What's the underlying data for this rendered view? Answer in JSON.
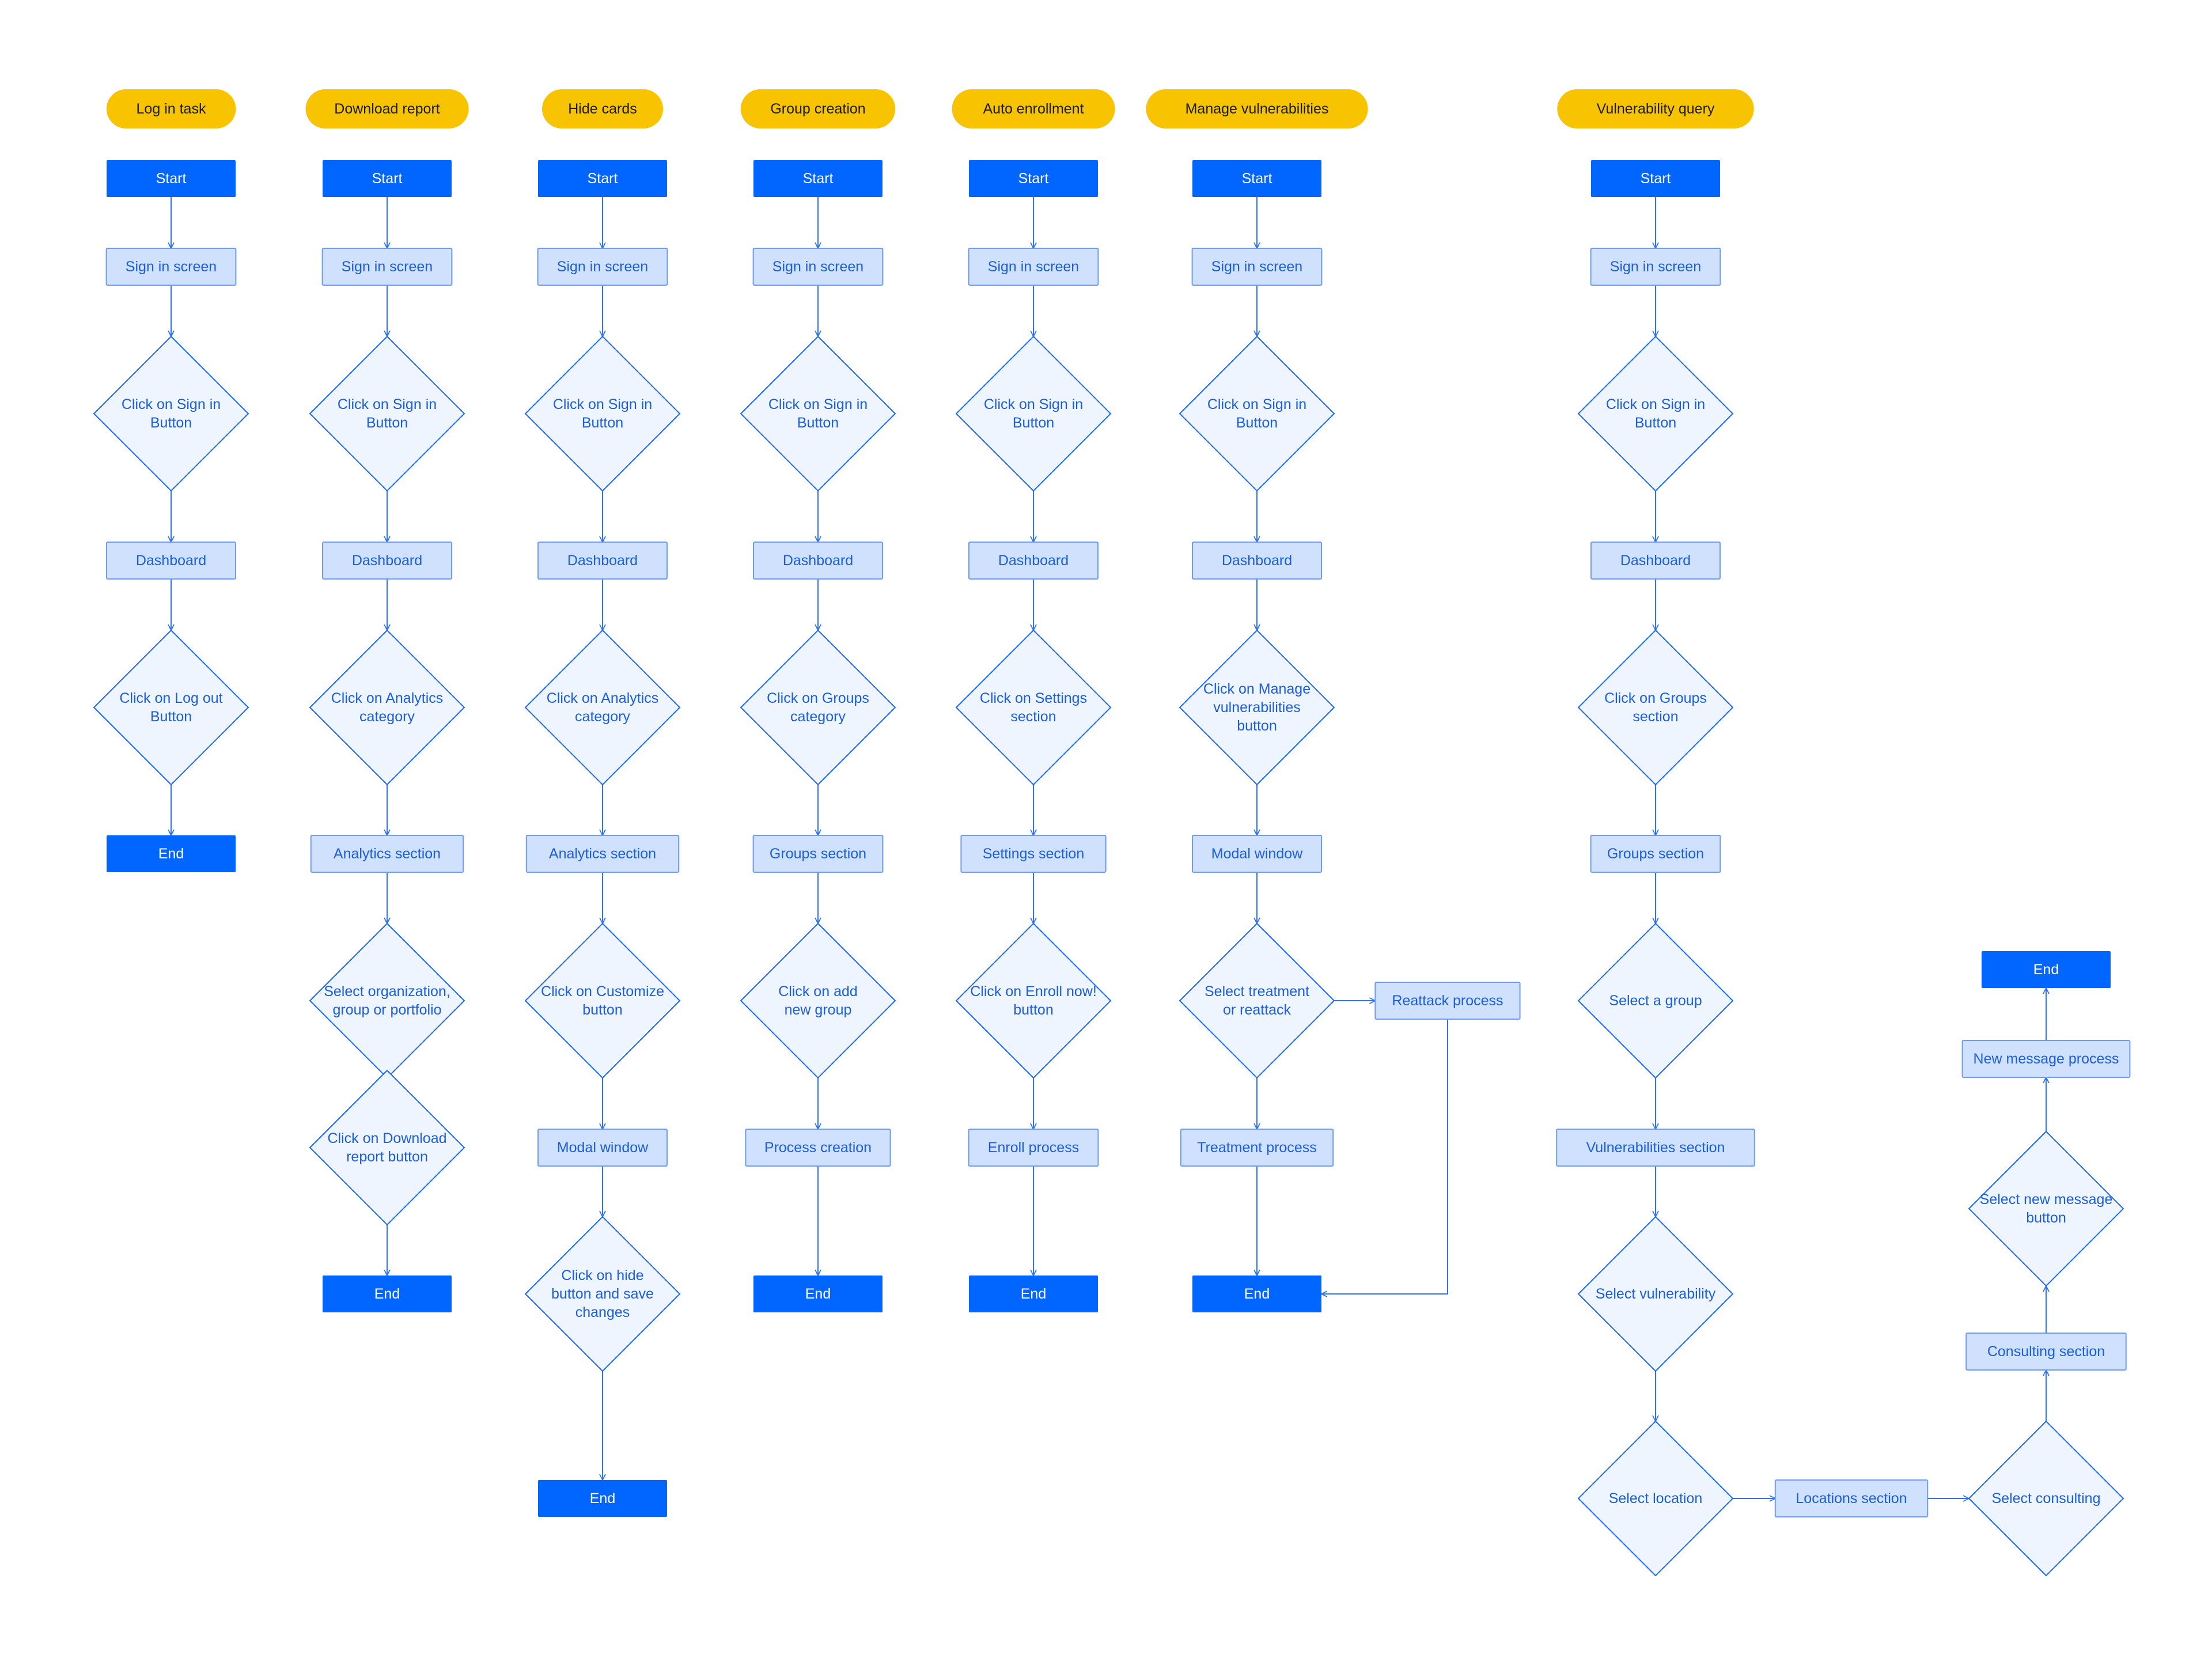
{
  "colors": {
    "background": "#ffffff",
    "title_fill": "#f8c300",
    "title_text": "#1a1a1a",
    "terminal_fill": "#0066ff",
    "terminal_text": "#ffffff",
    "process_fill": "#cfe1fd",
    "process_stroke": "#6f9cf0",
    "process_text": "#1c5fd8",
    "decision_fill": "#eef5ff",
    "decision_stroke": "#1f6bf0",
    "decision_text": "#1c5fd8",
    "connector": "#2f73ee"
  },
  "flows": [
    {
      "title": "Log in task",
      "steps": [
        {
          "kind": "terminal",
          "lines": [
            "Start"
          ]
        },
        {
          "kind": "process",
          "lines": [
            "Sign in screen"
          ]
        },
        {
          "kind": "decision",
          "lines": [
            "Click on Sign in",
            "Button"
          ]
        },
        {
          "kind": "process",
          "lines": [
            "Dashboard"
          ]
        },
        {
          "kind": "decision",
          "lines": [
            "Click on Log out",
            "Button"
          ]
        },
        {
          "kind": "terminal",
          "lines": [
            "End"
          ]
        }
      ]
    },
    {
      "title": "Download report",
      "steps": [
        {
          "kind": "terminal",
          "lines": [
            "Start"
          ]
        },
        {
          "kind": "process",
          "lines": [
            "Sign in screen"
          ]
        },
        {
          "kind": "decision",
          "lines": [
            "Click on Sign in",
            "Button"
          ]
        },
        {
          "kind": "process",
          "lines": [
            "Dashboard"
          ]
        },
        {
          "kind": "decision",
          "lines": [
            "Click on Analytics",
            "category"
          ]
        },
        {
          "kind": "process",
          "lines": [
            "Analytics section"
          ]
        },
        {
          "kind": "decision",
          "lines": [
            "Select organization,",
            "group or portfolio"
          ]
        },
        {
          "kind": "decision",
          "lines": [
            "Click on Download",
            "report button"
          ]
        },
        {
          "kind": "terminal",
          "lines": [
            "End"
          ]
        }
      ]
    },
    {
      "title": "Hide cards",
      "steps": [
        {
          "kind": "terminal",
          "lines": [
            "Start"
          ]
        },
        {
          "kind": "process",
          "lines": [
            "Sign in screen"
          ]
        },
        {
          "kind": "decision",
          "lines": [
            "Click on Sign in",
            "Button"
          ]
        },
        {
          "kind": "process",
          "lines": [
            "Dashboard"
          ]
        },
        {
          "kind": "decision",
          "lines": [
            "Click on Analytics",
            "category"
          ]
        },
        {
          "kind": "process",
          "lines": [
            "Analytics section"
          ]
        },
        {
          "kind": "decision",
          "lines": [
            "Click on Customize",
            "button"
          ]
        },
        {
          "kind": "process",
          "lines": [
            "Modal window"
          ]
        },
        {
          "kind": "decision",
          "lines": [
            "Click on hide",
            "button and save",
            "changes"
          ]
        },
        {
          "kind": "terminal",
          "lines": [
            "End"
          ]
        }
      ]
    },
    {
      "title": "Group creation",
      "steps": [
        {
          "kind": "terminal",
          "lines": [
            "Start"
          ]
        },
        {
          "kind": "process",
          "lines": [
            "Sign in screen"
          ]
        },
        {
          "kind": "decision",
          "lines": [
            "Click on Sign in",
            "Button"
          ]
        },
        {
          "kind": "process",
          "lines": [
            "Dashboard"
          ]
        },
        {
          "kind": "decision",
          "lines": [
            "Click on Groups",
            "category"
          ]
        },
        {
          "kind": "process",
          "lines": [
            "Groups section"
          ]
        },
        {
          "kind": "decision",
          "lines": [
            "Click on add",
            "new group"
          ]
        },
        {
          "kind": "process",
          "lines": [
            "Process creation"
          ]
        },
        {
          "kind": "terminal",
          "lines": [
            "End"
          ]
        }
      ]
    },
    {
      "title": "Auto enrollment",
      "steps": [
        {
          "kind": "terminal",
          "lines": [
            "Start"
          ]
        },
        {
          "kind": "process",
          "lines": [
            "Sign in screen"
          ]
        },
        {
          "kind": "decision",
          "lines": [
            "Click on Sign in",
            "Button"
          ]
        },
        {
          "kind": "process",
          "lines": [
            "Dashboard"
          ]
        },
        {
          "kind": "decision",
          "lines": [
            "Click on Settings",
            "section"
          ]
        },
        {
          "kind": "process",
          "lines": [
            "Settings section"
          ]
        },
        {
          "kind": "decision",
          "lines": [
            "Click on Enroll now!",
            "button"
          ]
        },
        {
          "kind": "process",
          "lines": [
            "Enroll process"
          ]
        },
        {
          "kind": "terminal",
          "lines": [
            "End"
          ]
        }
      ]
    },
    {
      "title": "Manage vulnerabilities",
      "steps": [
        {
          "kind": "terminal",
          "lines": [
            "Start"
          ]
        },
        {
          "kind": "process",
          "lines": [
            "Sign in screen"
          ]
        },
        {
          "kind": "decision",
          "lines": [
            "Click on Sign in",
            "Button"
          ]
        },
        {
          "kind": "process",
          "lines": [
            "Dashboard"
          ]
        },
        {
          "kind": "decision",
          "lines": [
            "Click on Manage",
            "vulnerabilities",
            "button"
          ]
        },
        {
          "kind": "process",
          "lines": [
            "Modal window"
          ]
        },
        {
          "kind": "decision",
          "lines": [
            "Select treatment",
            "or reattack"
          ]
        },
        {
          "kind": "process",
          "lines": [
            "Treatment process"
          ]
        },
        {
          "kind": "terminal",
          "lines": [
            "End"
          ]
        }
      ],
      "branch": {
        "kind": "process",
        "lines": [
          "Reattack process"
        ]
      }
    },
    {
      "title": "Vulnerability query",
      "steps": [
        {
          "kind": "terminal",
          "lines": [
            "Start"
          ]
        },
        {
          "kind": "process",
          "lines": [
            "Sign in screen"
          ]
        },
        {
          "kind": "decision",
          "lines": [
            "Click on Sign in",
            "Button"
          ]
        },
        {
          "kind": "process",
          "lines": [
            "Dashboard"
          ]
        },
        {
          "kind": "decision",
          "lines": [
            "Click on Groups",
            "section"
          ]
        },
        {
          "kind": "process",
          "lines": [
            "Groups section"
          ]
        },
        {
          "kind": "decision",
          "lines": [
            "Select a group"
          ]
        },
        {
          "kind": "process",
          "lines": [
            "Vulnerabilities section"
          ]
        },
        {
          "kind": "decision",
          "lines": [
            "Select vulnerability"
          ]
        },
        {
          "kind": "decision",
          "lines": [
            "Select location"
          ]
        }
      ],
      "continuation": [
        {
          "kind": "process",
          "lines": [
            "Locations section"
          ]
        },
        {
          "kind": "decision",
          "lines": [
            "Select consulting"
          ]
        },
        {
          "kind": "process",
          "lines": [
            "Consulting section"
          ]
        },
        {
          "kind": "decision",
          "lines": [
            "Select new message",
            "button"
          ]
        },
        {
          "kind": "process",
          "lines": [
            "New message process"
          ]
        },
        {
          "kind": "terminal",
          "lines": [
            "End"
          ]
        }
      ]
    }
  ]
}
